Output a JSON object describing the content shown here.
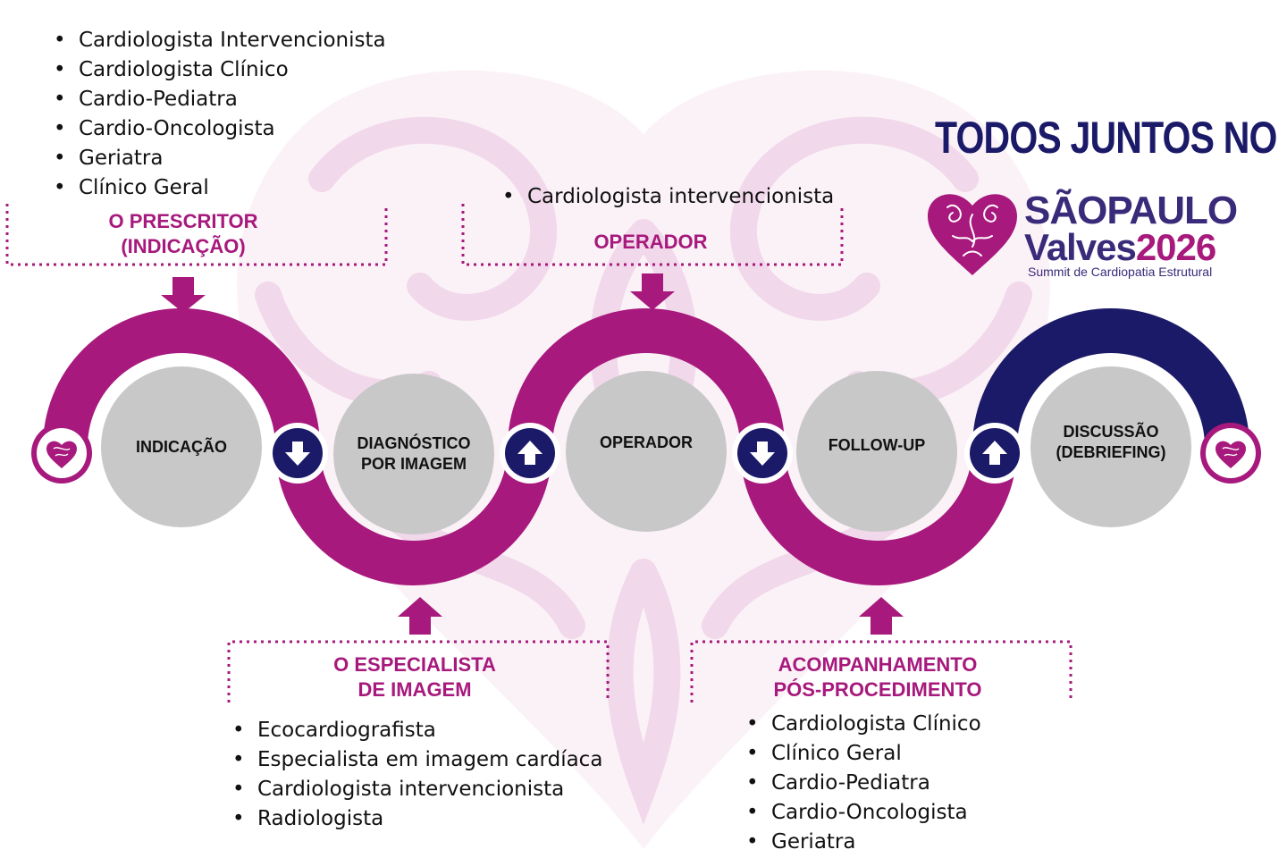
{
  "colors": {
    "magenta": "#a7197c",
    "navy": "#1b1a68",
    "grey_circle": "#c8c8c8",
    "watermark_pink": "#f4e3ef"
  },
  "prescriber": {
    "title": "O PRESCRITOR\n(INDICAÇÃO)",
    "items": [
      "Cardiologista Intervencionista",
      "Cardiologista Clínico",
      "Cardio-Pediatra",
      "Cardio-Oncologista",
      "Geriatra",
      "Clínico Geral"
    ]
  },
  "operator": {
    "title": "OPERADOR",
    "items": [
      "Cardiologista intervencionista"
    ]
  },
  "imaging": {
    "title": "O ESPECIALISTA\nDE IMAGEM",
    "items": [
      "Ecocardiografista",
      "Especialista em imagem cardíaca",
      "Cardiologista intervencionista",
      "Radiologista"
    ]
  },
  "followup": {
    "title": "ACOMPANHAMENTO\nPÓS-PROCEDIMENTO",
    "items": [
      "Cardiologista Clínico",
      "Clínico Geral",
      "Cardio-Pediatra",
      "Cardio-Oncologista",
      "Geriatra"
    ]
  },
  "steps": [
    {
      "label": "INDICAÇÃO"
    },
    {
      "label": "DIAGNÓSTICO\nPOR IMAGEM"
    },
    {
      "label": "OPERADOR"
    },
    {
      "label": "FOLLOW-UP"
    },
    {
      "label": "DISCUSSÃO\n(DEBRIEFING)"
    }
  ],
  "connectors": [
    {
      "icon": "arrow-down-icon"
    },
    {
      "icon": "arrow-up-icon"
    },
    {
      "icon": "arrow-down-icon"
    },
    {
      "icon": "arrow-up-icon"
    }
  ],
  "brand": {
    "tagline": "TODOS JUNTOS NO",
    "logo_city": "SÃOPAULO",
    "logo_name": "Valves",
    "logo_year": "2026",
    "logo_subtitle": "Summit de Cardiopatia Estrutural",
    "logo_icon": "heart-icon"
  }
}
